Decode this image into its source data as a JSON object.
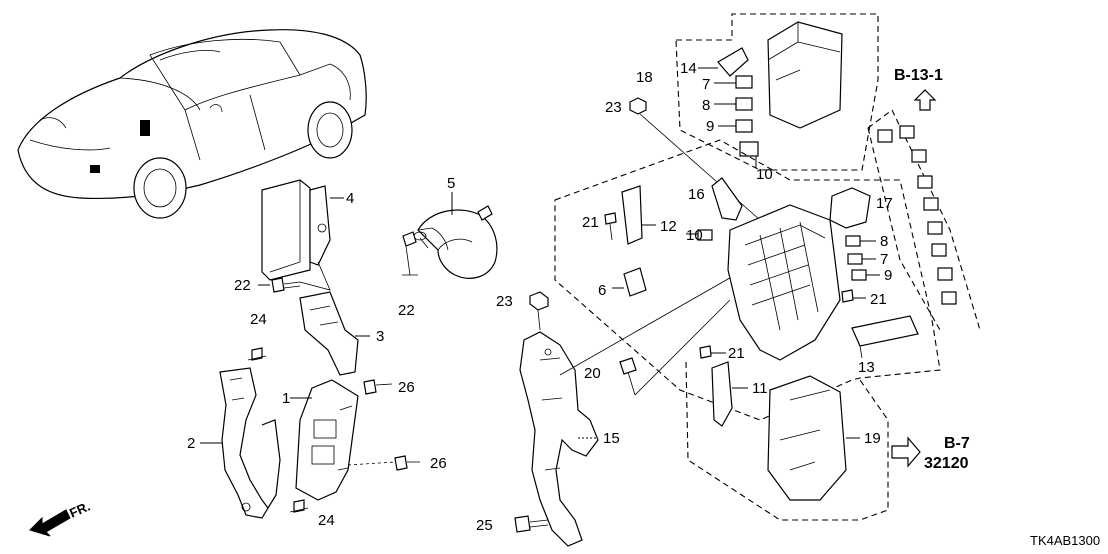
{
  "callouts": [
    "1",
    "2",
    "3",
    "4",
    "5",
    "6",
    "7",
    "8",
    "9",
    "10",
    "11",
    "12",
    "13",
    "14",
    "15",
    "16",
    "17",
    "18",
    "19",
    "20",
    "21",
    "22",
    "23",
    "24",
    "25",
    "26"
  ],
  "references": {
    "upper": "B-13-1",
    "lower_code": "B-7",
    "lower_part": "32120"
  },
  "front_arrow_label": "FR.",
  "diagram_code": "TK4AB1300"
}
